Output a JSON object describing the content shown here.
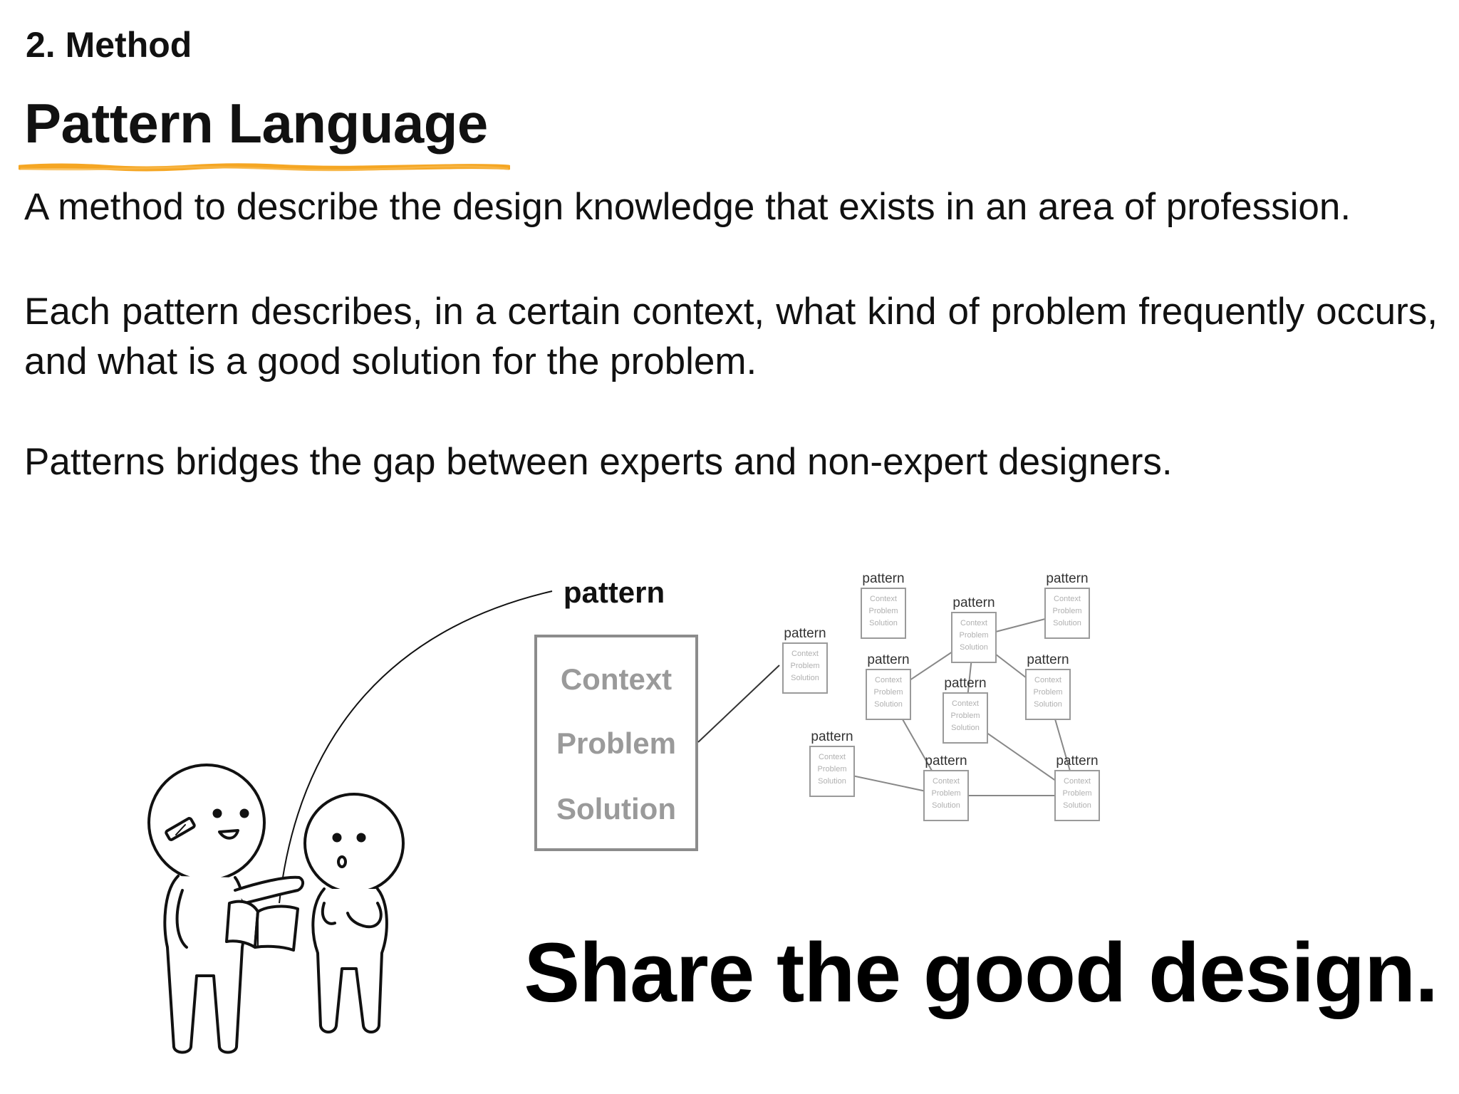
{
  "section": {
    "label": "2. Method"
  },
  "title": "Pattern Language",
  "paragraphs": {
    "p1": "A method to describe the design knowledge that exists in an area of profession.",
    "p2": "Each pattern describes, in a certain context, what kind of problem frequently occurs, and what is a good solution for the problem.",
    "p3": "Patterns bridges the gap between experts and non-expert designers."
  },
  "diagram": {
    "pattern_label": "pattern",
    "card": {
      "context": "Context",
      "problem": "Problem",
      "solution": "Solution"
    },
    "network": {
      "node_label": "pattern",
      "node_lines": [
        "Context",
        "Problem",
        "Solution"
      ]
    }
  },
  "tagline": "Share the good design.",
  "colors": {
    "accent_underline": "#f5a623",
    "text": "#111111",
    "card_border": "#8c8c8c",
    "card_text": "#9a9a9a",
    "network_line": "#888888"
  }
}
